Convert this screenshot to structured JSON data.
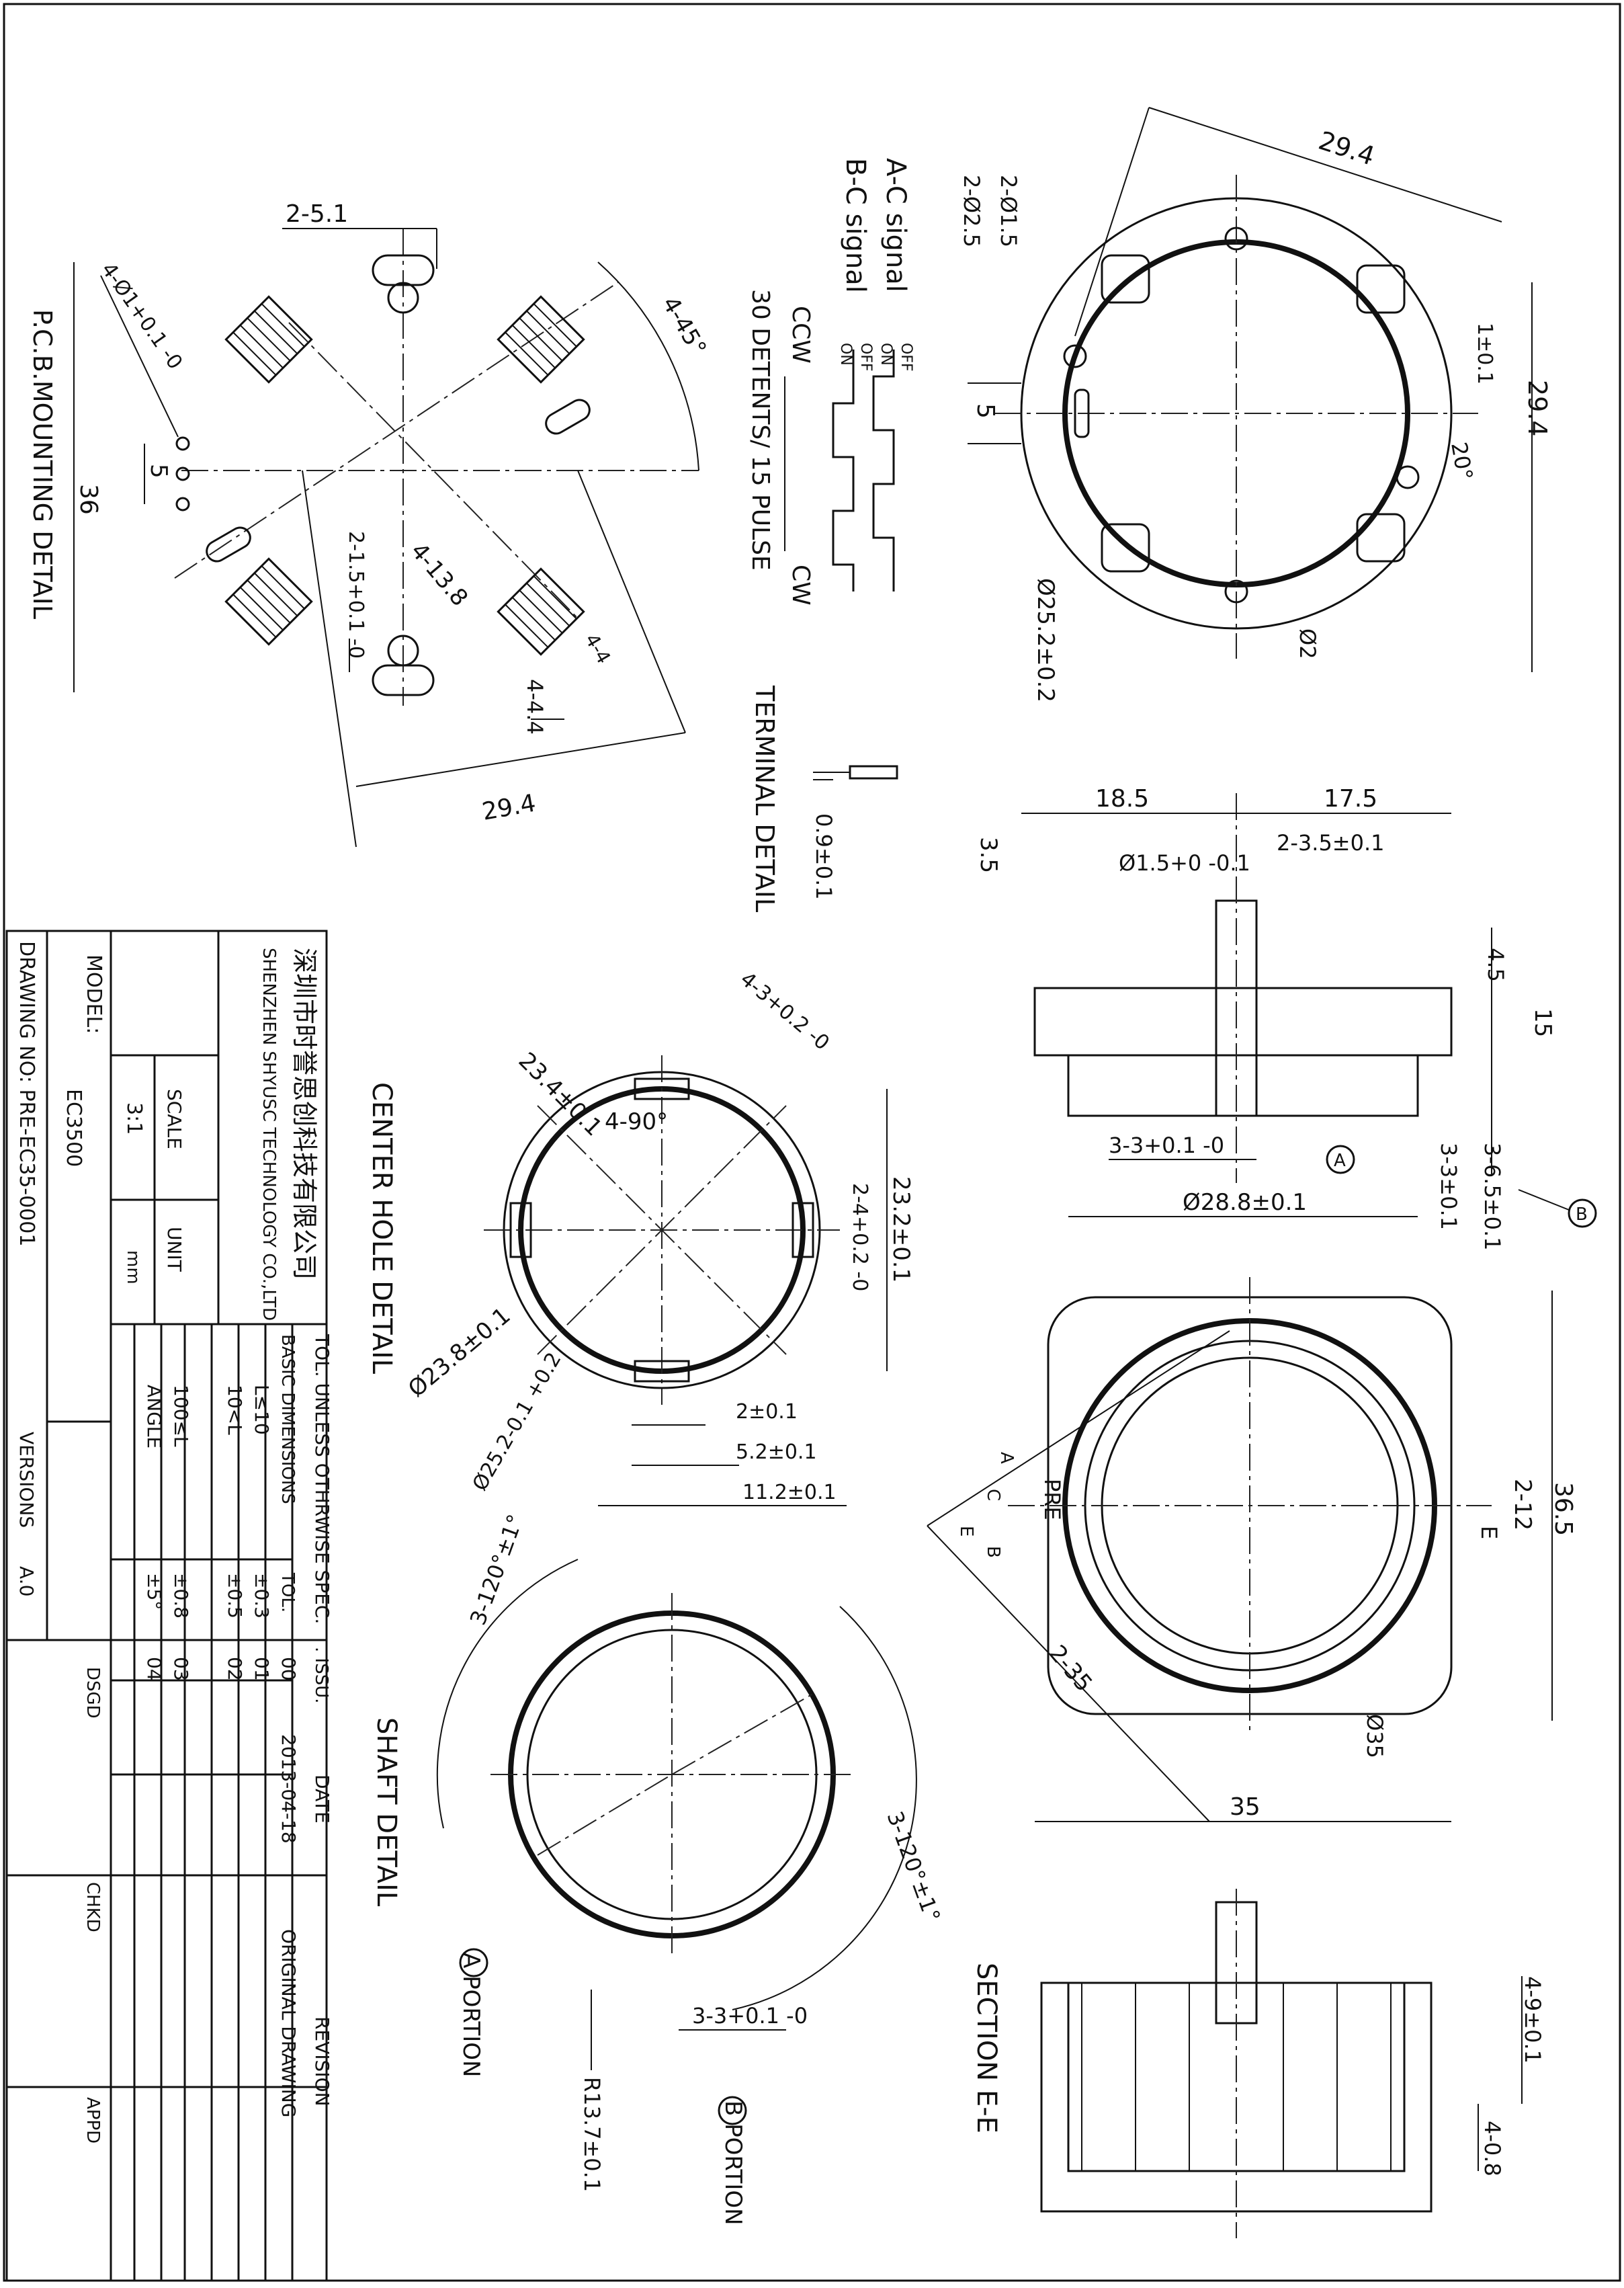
{
  "sheet": {
    "title_block": {
      "company_cn": "深圳市时誉思创科技有限公司",
      "company_en": "SHENZHEN SHYUSC TECHNOLOGY CO.,LTD",
      "scale_label": "SCALE",
      "scale_value": "3:1",
      "unit_label": "UNIT",
      "unit_value": "mm",
      "model_label": "MODEL:",
      "model_value": "EC3500",
      "drawing_no": "DRAWING NO: PRE-EC35-0001",
      "versions_label": "VERSIONS",
      "versions_value": "A.0",
      "tol_header": "TOL. UNLESS OTHRWISE SPEC.",
      "basic_dims": "BASIC DIMENSIONS",
      "tol_label": "TOL.",
      "tol_rows": [
        {
          "range": "L≤10",
          "tol": "±0.3"
        },
        {
          "range": "10<L",
          "tol": "±0.5"
        },
        {
          "range": "100≤L",
          "tol": "±0.8"
        },
        {
          "range": "ANGLE",
          "tol": "±5°"
        }
      ],
      "issu_label": ". ISSU.",
      "issues": [
        "00",
        "01",
        "02",
        "03",
        "04"
      ],
      "date_label": "DATE",
      "date_value": "2013-04-18",
      "revision_label": "REVISION",
      "revision_value": "ORIGINAL DRAWING",
      "dsgd": "DSGD",
      "chkd": "CHKD",
      "appd": "APPD"
    },
    "pcb": {
      "title": "P.C.B.MOUNTING DETAIL",
      "d1": "2-5.1",
      "d2": "4-Ø1+0.1 -0",
      "d3": "4-45°",
      "d4": "5",
      "d5": "36",
      "d6": "2-1.5+0.1 -0",
      "d7": "4-13.8",
      "d8": "4-4",
      "d9": "4-4.4",
      "d10": "29.4"
    },
    "signal": {
      "ac": "A-C signal",
      "bc": "B-C signal",
      "off": "OFF",
      "on": "ON",
      "ccw": "CCW",
      "cw": "CW",
      "detents": "30 DETENTS/ 15 PULSE"
    },
    "terminal": {
      "title": "TERMINAL DETAIL",
      "d1": "0.9±0.1"
    },
    "top_view": {
      "d1": "29.4",
      "d2": "29.4",
      "d3": "2-Ø1.5",
      "d4": "2-Ø2.5",
      "d5": "1±0.1",
      "d6": "5",
      "d7": "20°",
      "d8": "Ø25.2±0.2",
      "d9": "Ø2"
    },
    "side_view": {
      "d1": "18.5",
      "d2": "17.5",
      "d3": "3.5",
      "d4": "Ø1.5+0 -0.1",
      "d5": "2-3.5±0.1",
      "d6": "4.5",
      "d7": "15",
      "d8": "3-3+0.1 -0",
      "d9": "Ø28.8±0.1",
      "d10": "3-3±0.1",
      "d11": "3-6.5±0.1",
      "mark_a": "A",
      "mark_b": "B"
    },
    "center_hole": {
      "title": "CENTER HOLE DETAIL",
      "d1": "4-3+0.2 -0",
      "d2": "23.4±0.1",
      "d3": "4-90°",
      "d4": "2-4+0.2 -0",
      "d5": "23.2±0.1",
      "d6": "Ø23.8±0.1",
      "d7": "Ø25.2-0.1 +0.2",
      "d8": "2±0.1",
      "d9": "5.2±0.1",
      "d10": "11.2±0.1"
    },
    "front_view": {
      "d1": "36.5",
      "d2": "2-12",
      "d3": "E",
      "d4": "PRE",
      "d5": "A",
      "d6": "C",
      "d7": "B",
      "d8": "E",
      "d9": "2-35",
      "d10": "Ø35",
      "d11": "35"
    },
    "shaft": {
      "title": "SHAFT DETAIL",
      "d1": "3-120°±1°",
      "d2": "3-120°±1°",
      "d3": "R13.7±0.1",
      "d4": "3-3+0.1 -0",
      "portion_a": "A PORTION",
      "portion_b": "B PORTION"
    },
    "section": {
      "title": "SECTION E-E",
      "d1": "4-9±0.1",
      "d2": "4-0.8"
    }
  }
}
